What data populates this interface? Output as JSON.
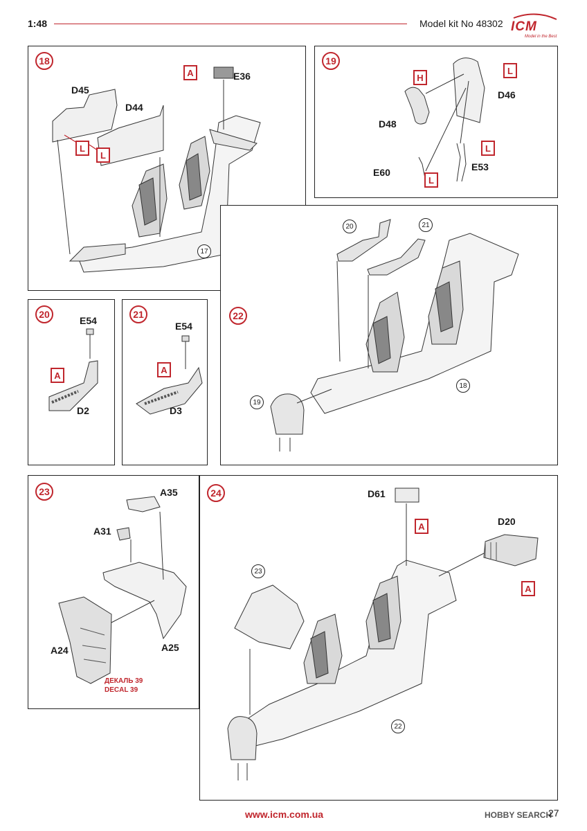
{
  "header": {
    "scale": "1:48",
    "model": "Model kit No 48302",
    "logo": "ICM",
    "logo_tagline": "Model in the Best"
  },
  "footer": {
    "url": "www.icm.com.ua",
    "page": "27",
    "watermark": "HOBBY SEARCH"
  },
  "colors": {
    "accent": "#c0262d",
    "ink": "#222222"
  },
  "steps": {
    "s18": {
      "number": "18",
      "parts": [
        "D45",
        "D44",
        "E36"
      ],
      "tags": [
        "L",
        "L",
        "A"
      ],
      "ref": "17"
    },
    "s19": {
      "number": "19",
      "parts": [
        "D46",
        "D48",
        "E60",
        "E53"
      ],
      "tags": [
        "H",
        "L",
        "L",
        "L"
      ]
    },
    "s20": {
      "number": "20",
      "parts": [
        "E54",
        "D2"
      ],
      "tags": [
        "A"
      ]
    },
    "s21": {
      "number": "21",
      "parts": [
        "E54",
        "D3"
      ],
      "tags": [
        "A"
      ]
    },
    "s22": {
      "number": "22",
      "refs": [
        "20",
        "21",
        "18",
        "19"
      ]
    },
    "s23": {
      "number": "23",
      "parts": [
        "A35",
        "A31",
        "A24",
        "A25"
      ],
      "decal": [
        "ДЕКАЛЬ 39",
        "DECAL 39"
      ]
    },
    "s24": {
      "number": "24",
      "parts": [
        "D61",
        "D20"
      ],
      "tags": [
        "A",
        "A"
      ],
      "refs": [
        "23",
        "22"
      ]
    }
  }
}
